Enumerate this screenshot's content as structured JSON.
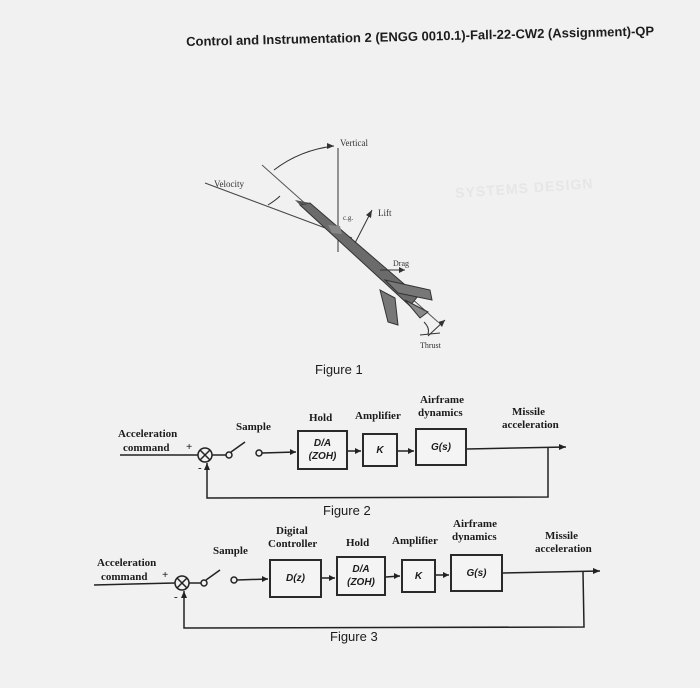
{
  "document": {
    "title": "Control and Instrumentation 2 (ENGG 0010.1)-Fall-22-CW2 (Assignment)-QP",
    "watermark": "SYSTEMS DESIGN"
  },
  "figure1": {
    "caption": "Figure 1",
    "labels": {
      "vertical": "Vertical",
      "velocity": "Velocity",
      "lift": "Lift",
      "drag": "Drag",
      "thrust": "Thrust",
      "cg": "c.g."
    }
  },
  "figure2": {
    "caption": "Figure 2",
    "input_label_1": "Acceleration",
    "input_label_2": "command",
    "plus_sign": "+",
    "minus_sign": "-",
    "sample_label": "Sample",
    "hold_label": "Hold",
    "amplifier_label": "Amplifier",
    "airframe_label_1": "Airframe",
    "airframe_label_2": "dynamics",
    "output_label_1": "Missile",
    "output_label_2": "acceleration",
    "blocks": {
      "hold_line1": "D/A",
      "hold_line2": "(ZOH)",
      "amplifier": "K",
      "airframe": "G(s)"
    }
  },
  "figure3": {
    "caption": "Figure 3",
    "input_label_1": "Acceleration",
    "input_label_2": "command",
    "plus_sign": "+",
    "minus_sign": "-",
    "sample_label": "Sample",
    "controller_label_1": "Digital",
    "controller_label_2": "Controller",
    "hold_label": "Hold",
    "amplifier_label": "Amplifier",
    "airframe_label_1": "Airframe",
    "airframe_label_2": "dynamics",
    "output_label_1": "Missile",
    "output_label_2": "acceleration",
    "blocks": {
      "controller": "D(z)",
      "hold_line1": "D/A",
      "hold_line2": "(ZOH)",
      "amplifier": "K",
      "airframe": "G(s)"
    }
  }
}
